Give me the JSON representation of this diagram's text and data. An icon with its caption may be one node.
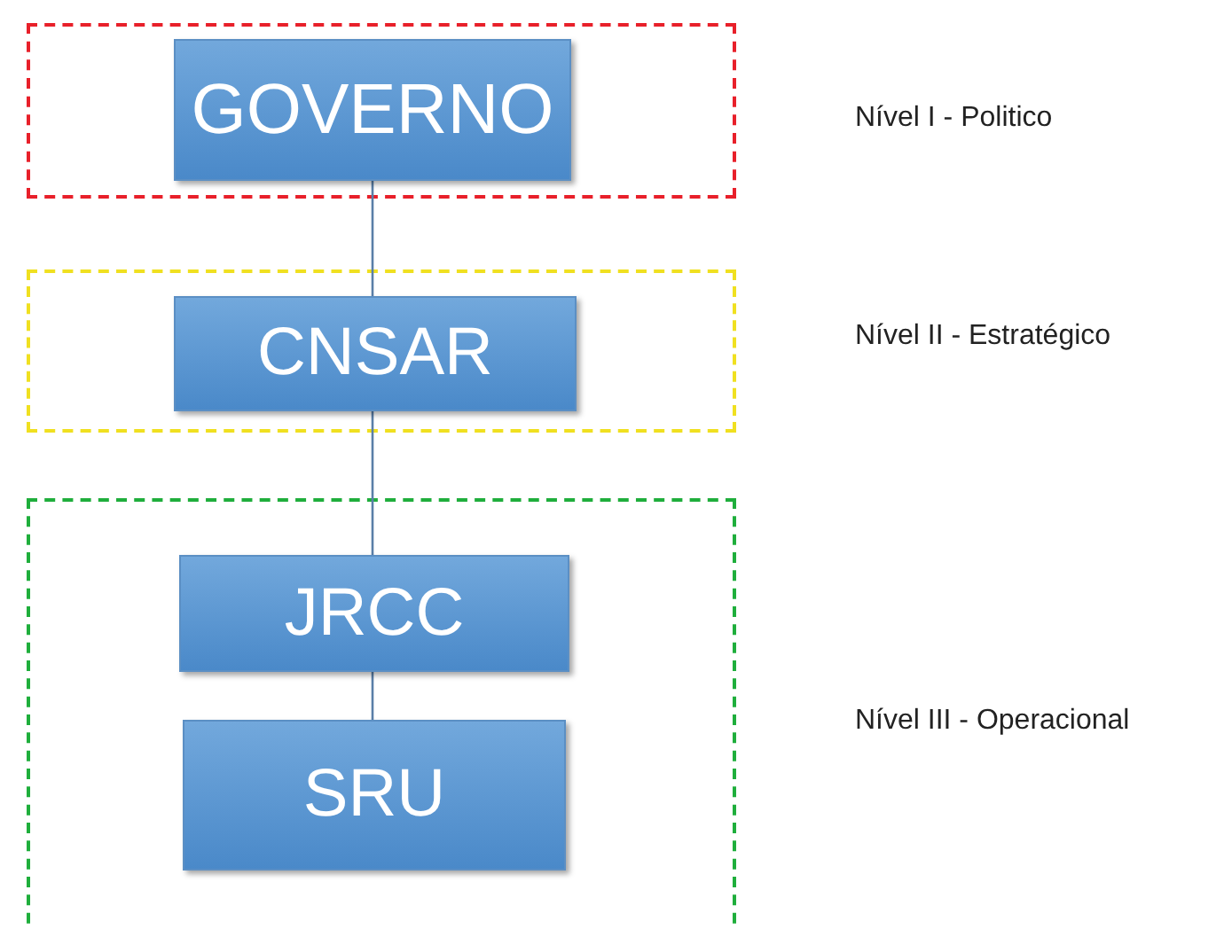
{
  "diagram": {
    "nodes": [
      {
        "text": [],
        "shape": "box"
      },
      {
        "text": [
          "GOVERNO"
        ],
        "in": 0
      },
      {
        "text": [],
        "shape": "box"
      },
      {
        "text": [
          "CNSAR"
        ],
        "in": 2
      },
      {
        "text": [],
        "shape": "box"
      },
      {
        "text": [
          "JRCC"
        ],
        "in": 4
      },
      {
        "text": [
          "SRU"
        ],
        "in": 4
      }
    ],
    "edges": [
      {
        "from": 1,
        "to": 3,
        "arrow": "none"
      },
      {
        "from": 3,
        "to": 5,
        "arrow": "none"
      },
      {
        "from": 5,
        "to": 6,
        "arrow": "none"
      }
    ],
    "labels": [
      "Nível I - Politico",
      "Nível II - Estratégico",
      "Nível III - Operacional"
    ]
  }
}
